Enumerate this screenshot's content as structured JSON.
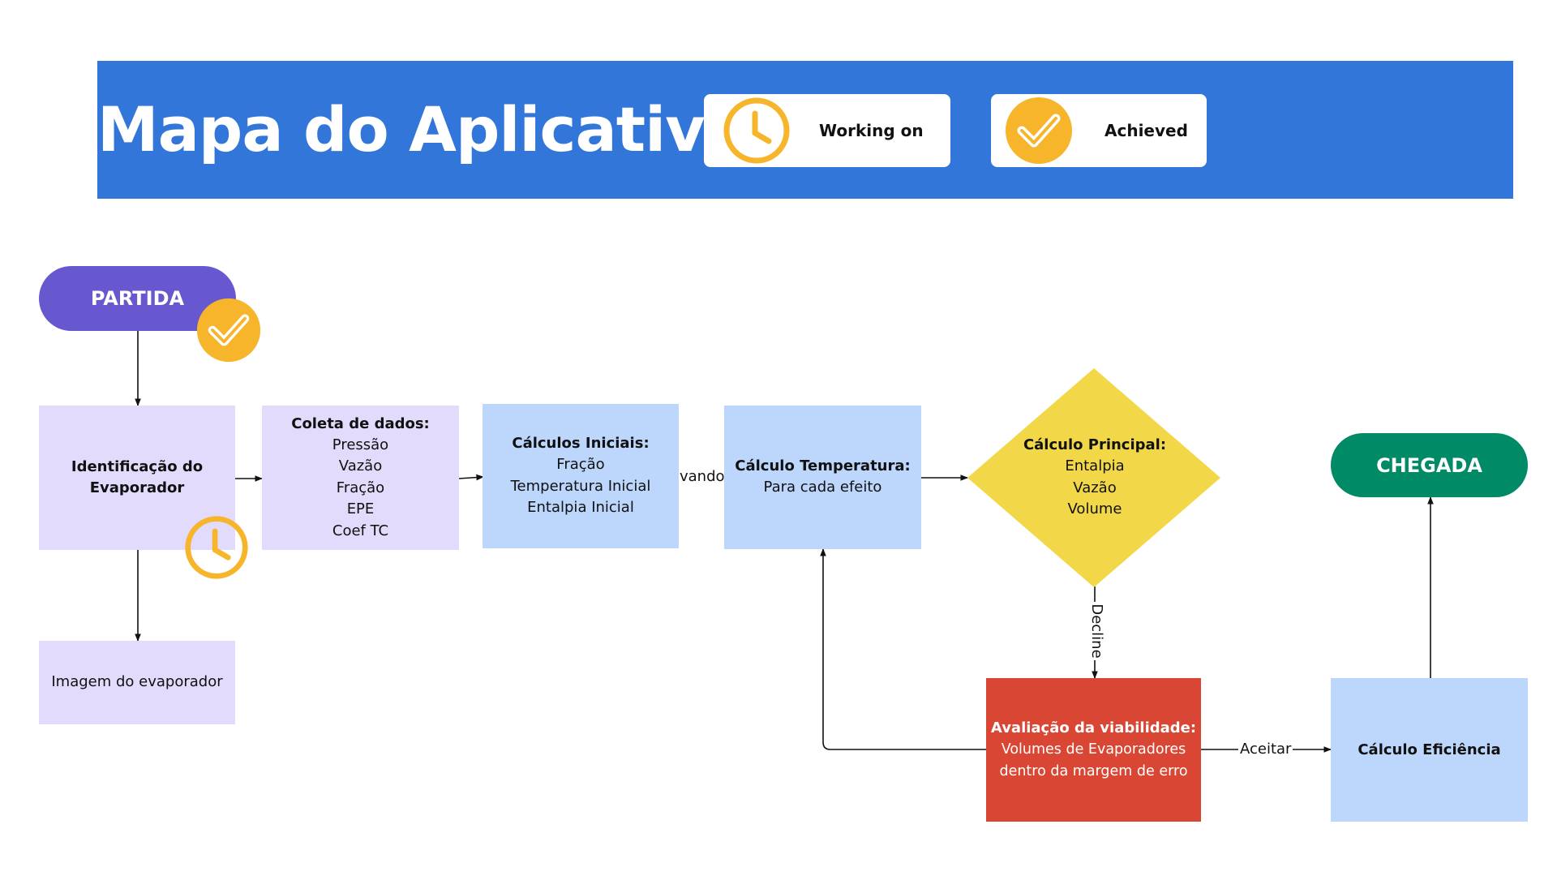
{
  "header": {
    "title": "Mapa do Aplicativo",
    "legend": [
      {
        "label": "Working on",
        "icon": "clock-icon"
      },
      {
        "label": "Achieved",
        "icon": "check-badge-icon"
      }
    ],
    "background": "#3276DA"
  },
  "colors": {
    "badge": "#F6B52A",
    "start": "#6758D0",
    "end": "#008A66",
    "decision": "#F2D849",
    "evaluation": "#D94734",
    "lavender": "#E2DBFB",
    "light_blue": "#BCD6FC"
  },
  "nodes": {
    "partida": {
      "label": "PARTIDA",
      "status": "achieved"
    },
    "identificacao": {
      "title": "Identificação do Evaporador",
      "status": "working-on"
    },
    "imagem": {
      "label": "Imagem do evaporador"
    },
    "coleta": {
      "title": "Coleta de dados:",
      "lines": [
        "Pressão",
        "Vazão",
        "Fração",
        "EPE",
        "Coef TC"
      ]
    },
    "calculos_iniciais": {
      "title": "Cálculos Iniciais:",
      "lines": [
        "Fração",
        "Temperatura Inicial",
        "Entalpia Inicial"
      ]
    },
    "calculo_temperatura": {
      "title": "Cálculo Temperatura:",
      "lines": [
        "Para cada efeito"
      ]
    },
    "calculo_principal": {
      "title": "Cálculo Principal:",
      "lines": [
        "Entalpia",
        "Vazão",
        "Volume"
      ]
    },
    "avaliacao": {
      "title": "Avaliação da viabilidade:",
      "lines": [
        "Volumes de Evaporadores",
        "dentro da margem de erro"
      ]
    },
    "calculo_eficiencia": {
      "title": "Cálculo Eficiência"
    },
    "chegada": {
      "label": "CHEGADA"
    }
  },
  "edges": {
    "label_vando": "vando a",
    "label_decline": "Decline",
    "label_aceitar": "Aceitar"
  }
}
